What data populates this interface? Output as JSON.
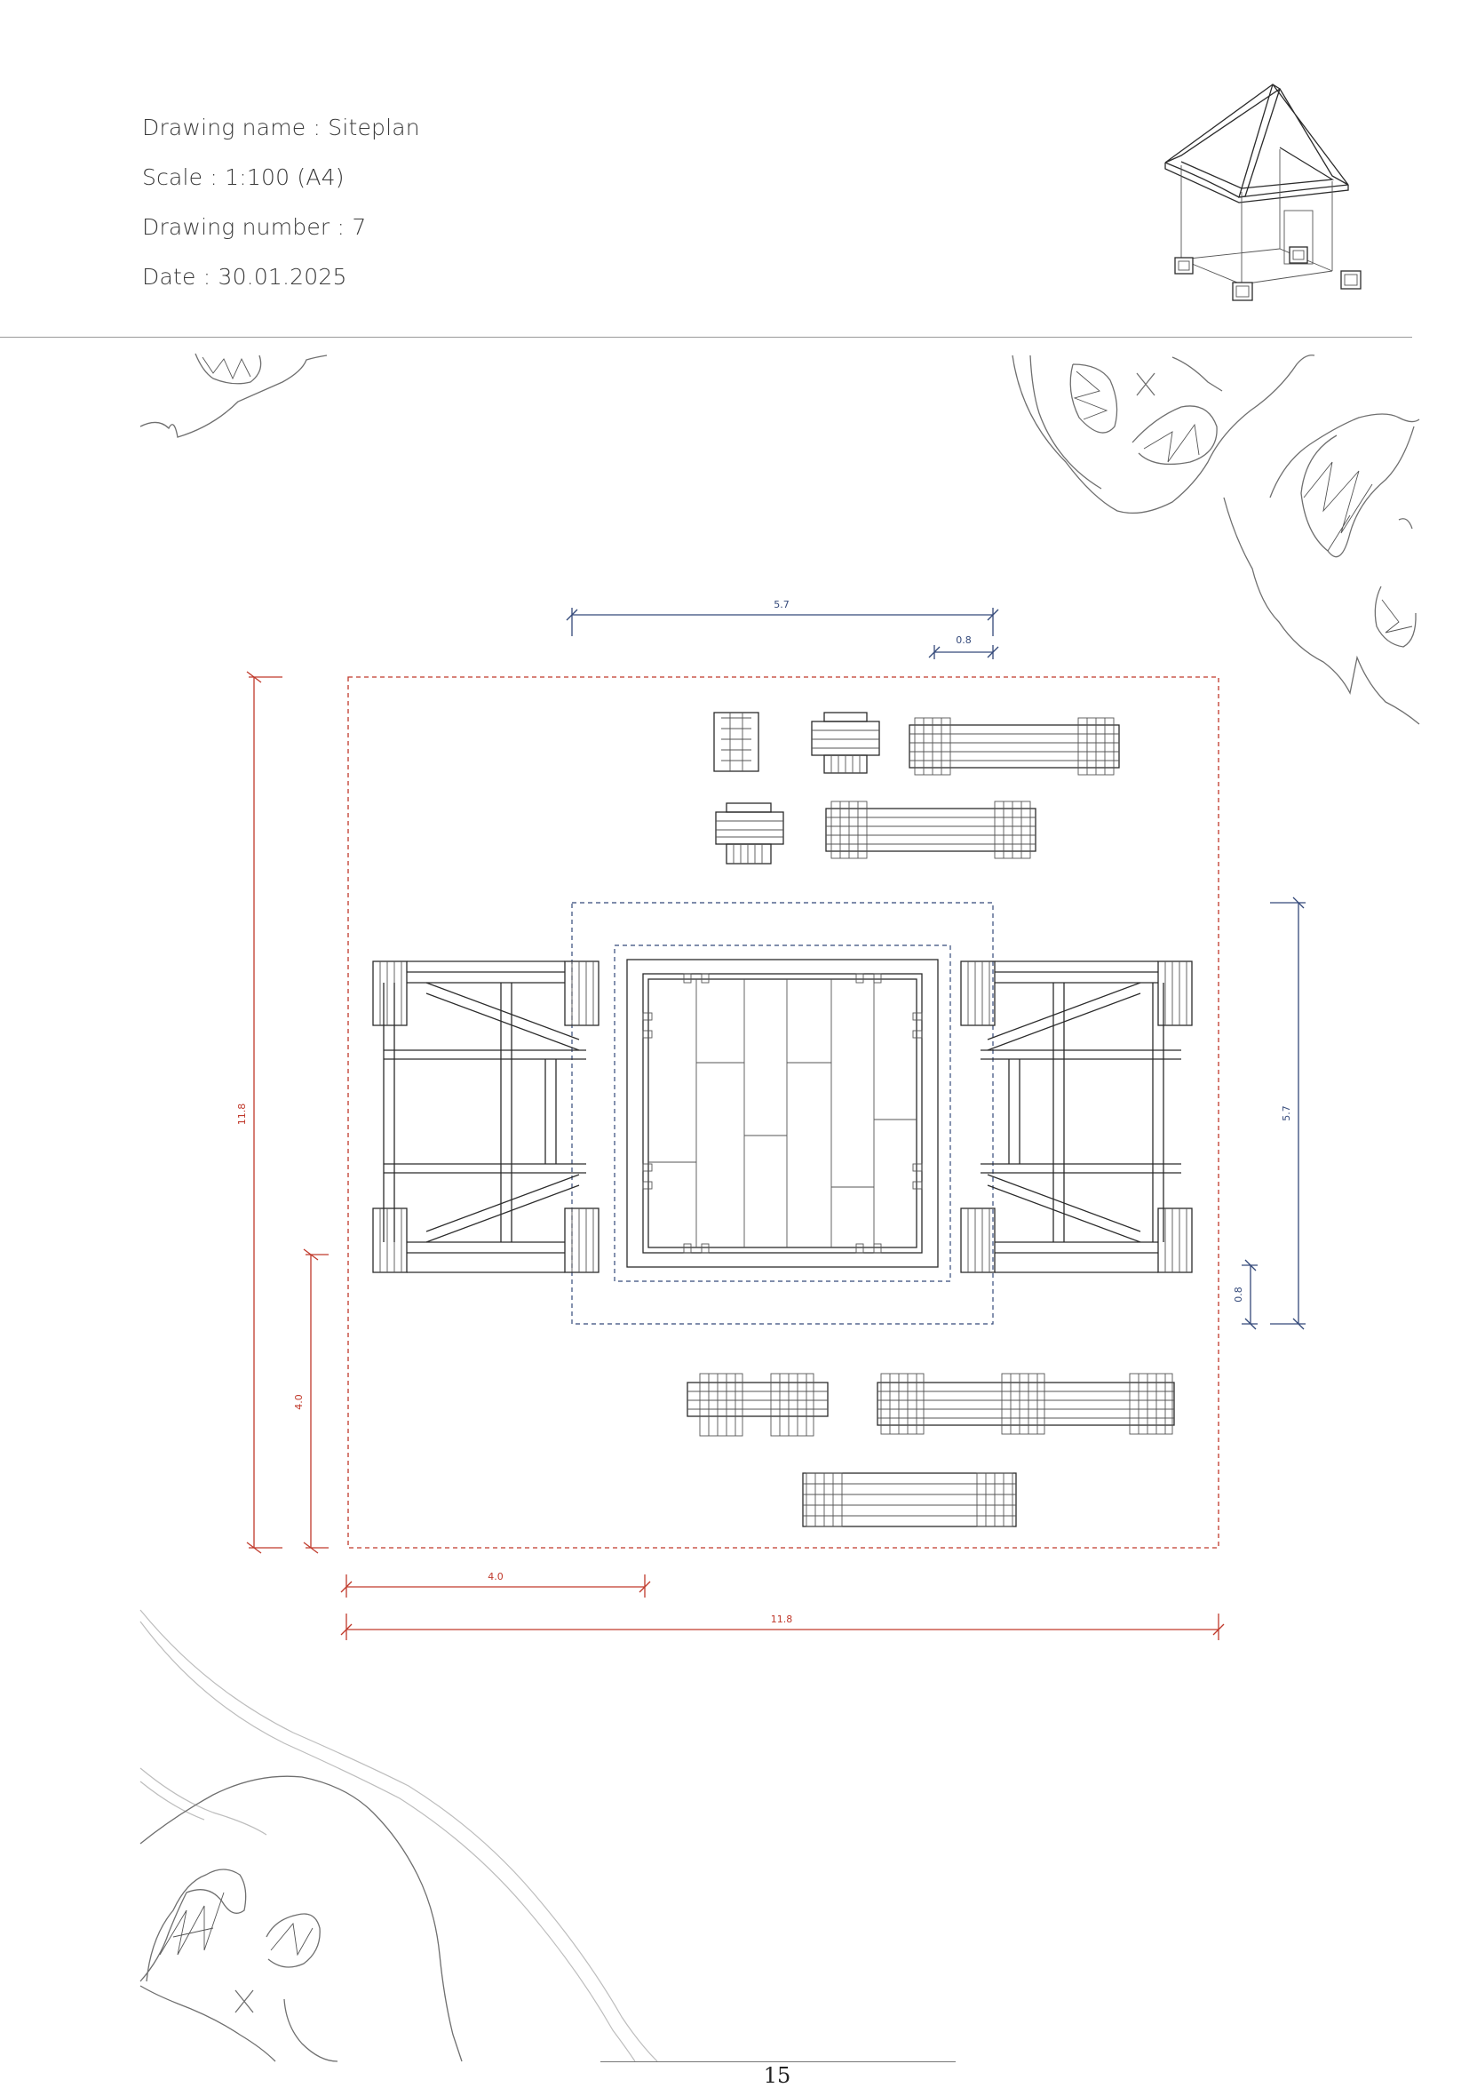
{
  "title_block": {
    "drawing_name": "Drawing name :  Siteplan",
    "scale": "Scale : 1:100 (A4)",
    "drawing_number": "Drawing number : 7",
    "date": "Date : 30.01.2025"
  },
  "dimensions": {
    "site_height": "11.8",
    "site_width": "11.8",
    "left_offset_vertical": "4.0",
    "left_offset_horizontal": "4.0",
    "platform_width": "5.7",
    "platform_height": "5.7",
    "top_gap": "0.8",
    "right_gap": "0.8"
  },
  "page_number": "15",
  "colors": {
    "dimension_red": "#c0392b",
    "dimension_blue": "#34497a",
    "linework": "#2b2b2b"
  }
}
